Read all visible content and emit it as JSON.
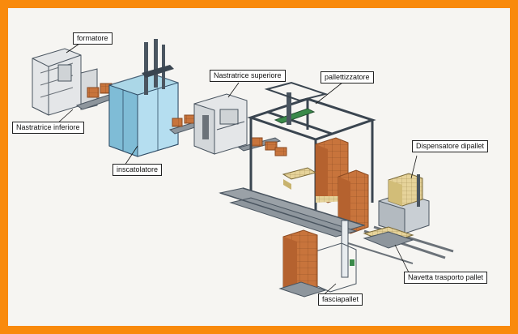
{
  "labels": {
    "formatore": "formatore",
    "nastratrice_inferiore": "Nastratrice inferiore",
    "inscatolatore": "inscatolatore",
    "nastratrice_superiore": "Nastratrice superiore",
    "pallettizzatore": "pallettizzatore",
    "dispensatore": "Dispensatore dipallet",
    "navetta": "Navetta trasporto pallet",
    "fasciapallet": "fasciapallet"
  },
  "colors": {
    "border": "#f98a0c",
    "background": "#f6f5f2",
    "frame_steel": "#4a5560",
    "boxes": "#c8743c",
    "pallets": "#e2cd8a",
    "glass": "#9fd2e6",
    "rails": "#6b7279"
  }
}
